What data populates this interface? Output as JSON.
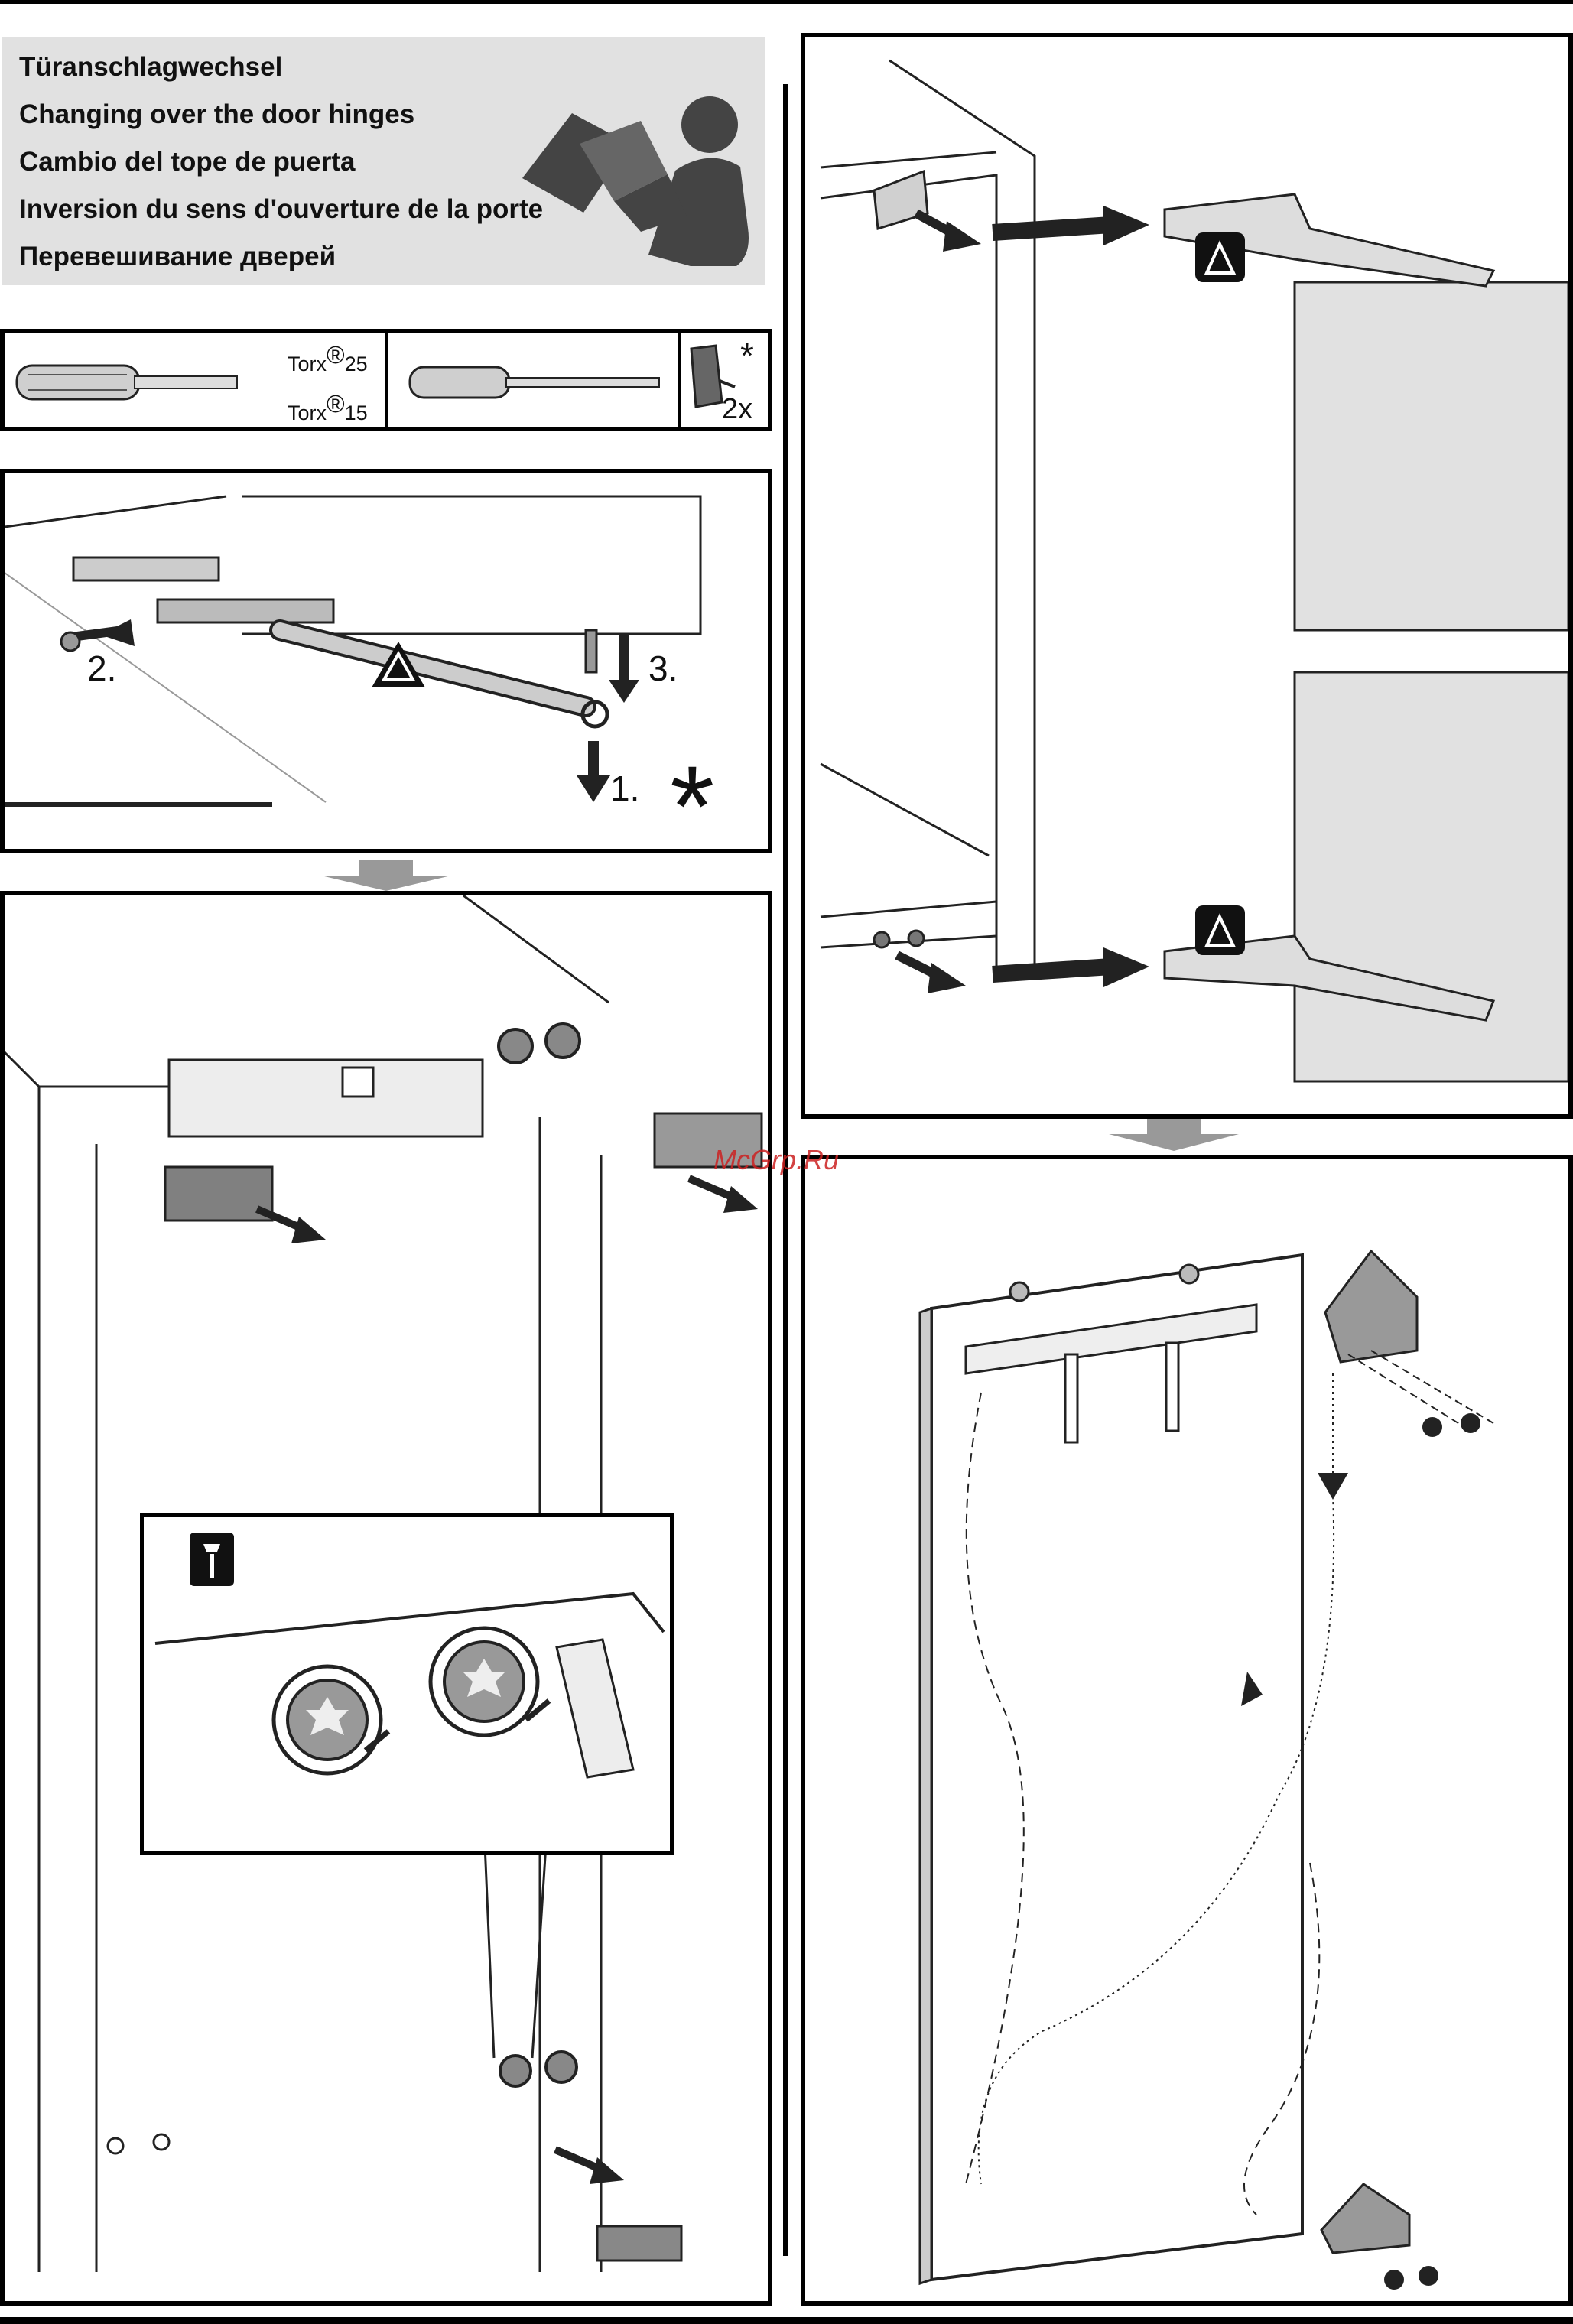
{
  "header": {
    "titles": [
      "Türanschlagwechsel",
      "Changing over the door hinges",
      "Cambio del tope de puerta",
      "Inversion du sens d'ouverture de la porte",
      "Перевешивание дверей"
    ]
  },
  "tools": {
    "screwdriver_torx_top": "Torx",
    "screwdriver_torx_top_mark": "®",
    "screwdriver_torx_top_size": "25",
    "screwdriver_torx_bottom": "Torx",
    "screwdriver_torx_bottom_mark": "®",
    "screwdriver_torx_bottom_size": "15",
    "accessory_mark": "*",
    "accessory_qty": "2x"
  },
  "step1": {
    "label_1": "1.",
    "label_2": "2.",
    "label_3": "3.",
    "star": "*"
  },
  "watermark": "McGrp.Ru",
  "icons": [
    "reading-person-icon",
    "screwdriver-icon",
    "flat-screwdriver-icon",
    "cover-cap-icon",
    "warning-triangle-icon",
    "screw-icon",
    "arrow-icon"
  ]
}
